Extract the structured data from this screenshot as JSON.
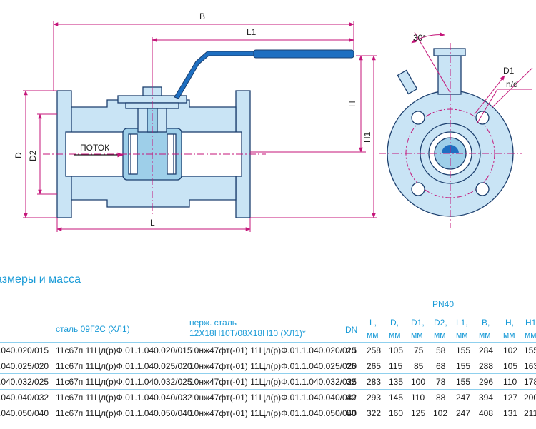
{
  "drawing": {
    "labels": {
      "b": "B",
      "l1": "L1",
      "h": "H",
      "h1": "H1",
      "d": "D",
      "d2": "D2",
      "l": "L",
      "flow": "ПОТОК",
      "angle": "30°",
      "d1": "D1",
      "nd": "n/d"
    }
  },
  "colors": {
    "body_fill": "#c9e4f5",
    "outline": "#1c3f6e",
    "handle": "#1e6fc1",
    "dimension": "#c4167a",
    "accent": "#1a9bd7"
  },
  "section_title": "азмеры и масса",
  "table": {
    "group_header": "PN40",
    "headers": {
      "steel": "сталь 09Г2С (ХЛ1)",
      "stainless_line1": "нерж. сталь",
      "stainless_line2": "12Х18Н10Т/08Х18Н10 (ХЛ1)*",
      "dn": "DN",
      "l": "L,",
      "d": "D,",
      "d1": "D1,",
      "d2": "D2,",
      "l1": "L1,",
      "b": "B,",
      "h": "H,",
      "h1": "H1",
      "unit": "мм"
    },
    "rows": [
      {
        "code0": ".040.020/015",
        "steel": "11с67п 11Цл(р)Ф.01.1.040.020/015",
        "stainless": "10нж47фт(-01) 11Цл(р)Ф.01.1.040.020/015",
        "dn": "20",
        "l": "258",
        "d": "105",
        "d1": "75",
        "d2": "58",
        "l1": "155",
        "b": "284",
        "h": "102",
        "h1": "155"
      },
      {
        "code0": ".040.025/020",
        "steel": "11с67п 11Цл(р)Ф.01.1.040.025/020",
        "stainless": "10нж47фт(-01) 11Цл(р)Ф.01.1.040.025/020",
        "dn": "25",
        "l": "265",
        "d": "115",
        "d1": "85",
        "d2": "68",
        "l1": "155",
        "b": "288",
        "h": "105",
        "h1": "163"
      },
      {
        "code0": ".040.032/025",
        "steel": "11с67п 11Цл(р)Ф.01.1.040.032/025",
        "stainless": "10нж47фт(-01) 11Цл(р)Ф.01.1.040.032/025",
        "dn": "32",
        "l": "283",
        "d": "135",
        "d1": "100",
        "d2": "78",
        "l1": "155",
        "b": "296",
        "h": "110",
        "h1": "178"
      },
      {
        "code0": ".040.040/032",
        "steel": "11с67п 11Цл(р)Ф.01.1.040.040/032",
        "stainless": "10нж47фт(-01) 11Цл(р)Ф.01.1.040.040/032",
        "dn": "40",
        "l": "293",
        "d": "145",
        "d1": "110",
        "d2": "88",
        "l1": "247",
        "b": "394",
        "h": "127",
        "h1": "200"
      },
      {
        "code0": ".040.050/040",
        "steel": "11с67п 11Цл(р)Ф.01.1.040.050/040",
        "stainless": "10нж47фт(-01) 11Цл(р)Ф.01.1.040.050/040",
        "dn": "50",
        "l": "322",
        "d": "160",
        "d1": "125",
        "d2": "102",
        "l1": "247",
        "b": "408",
        "h": "131",
        "h1": "211"
      }
    ]
  }
}
